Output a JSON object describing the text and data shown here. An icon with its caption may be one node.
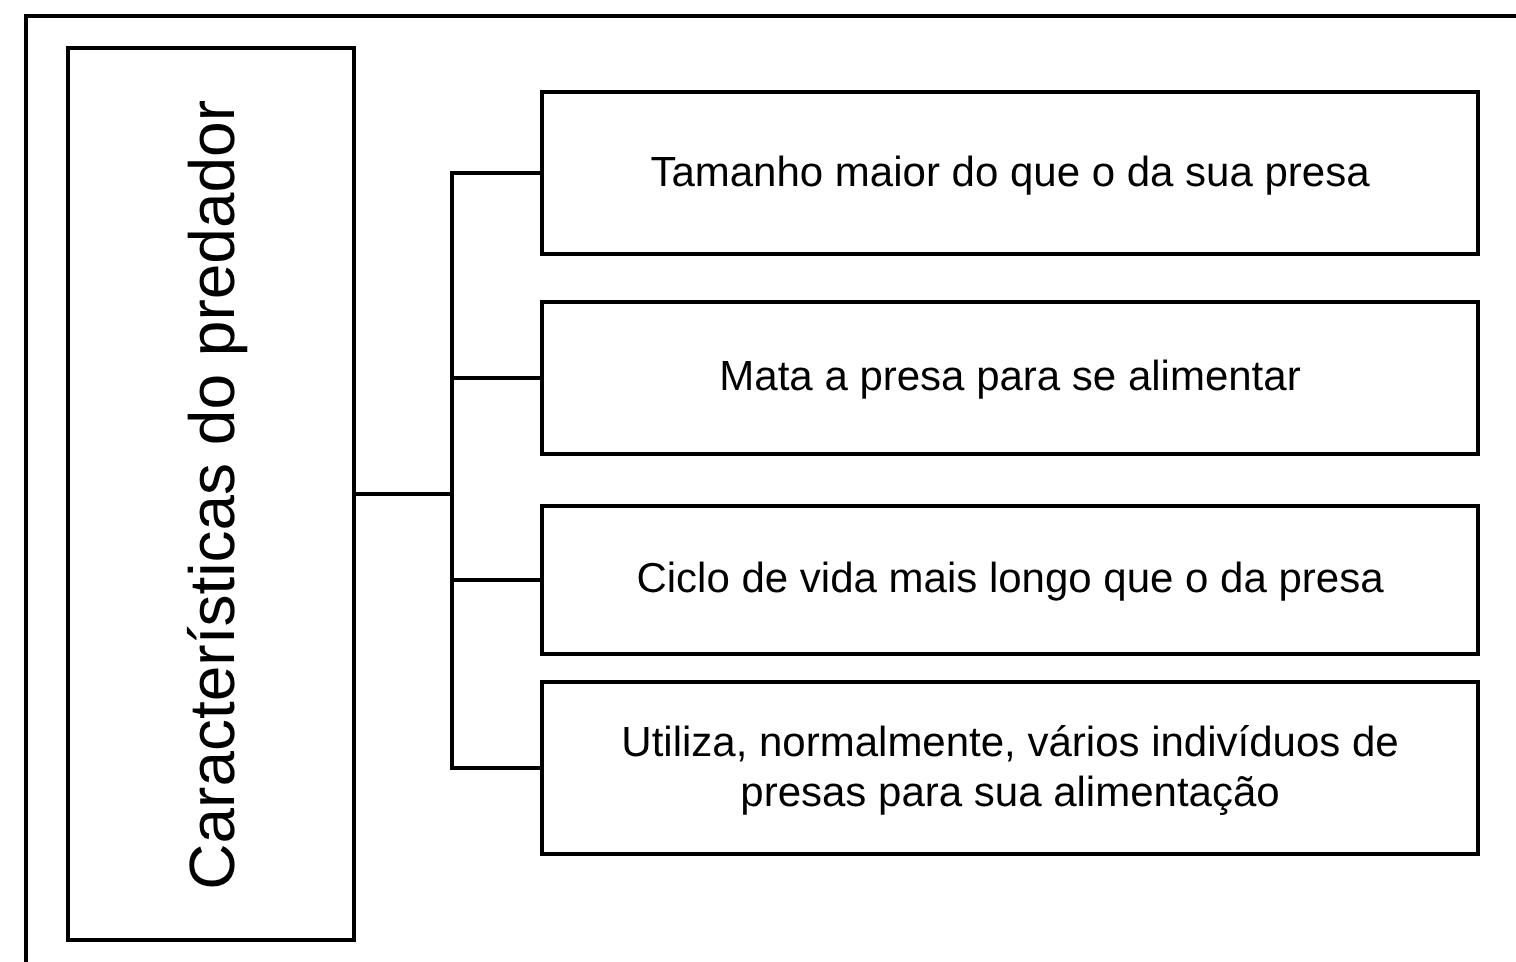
{
  "diagram": {
    "nodes": [
      {
        "text": [
          "Características do predador"
        ]
      },
      {
        "text": [
          "Tamanho maior do que o da sua presa"
        ]
      },
      {
        "text": [
          "Mata a presa para se alimentar"
        ]
      },
      {
        "text": [
          "Ciclo de vida mais longo que o da presa"
        ]
      },
      {
        "text": [
          "Utiliza, normalmente, vários indivíduos de presas para sua alimentação"
        ]
      }
    ],
    "edges": [
      {
        "from": 0,
        "to": 1,
        "arrow": "none"
      },
      {
        "from": 0,
        "to": 2,
        "arrow": "none"
      },
      {
        "from": 0,
        "to": 3,
        "arrow": "none"
      },
      {
        "from": 0,
        "to": 4,
        "arrow": "none"
      }
    ]
  }
}
